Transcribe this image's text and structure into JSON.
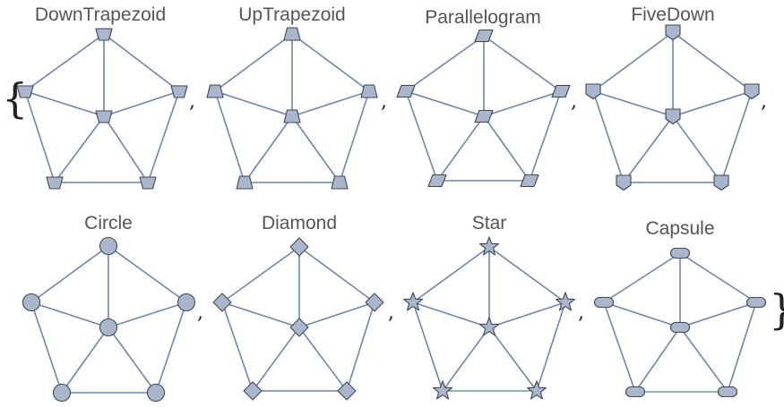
{
  "colors": {
    "vertex_fill": "#a9b6cc",
    "vertex_stroke": "#3f4754",
    "edge": "#6f86a6",
    "title": "#555555"
  },
  "punctuation": {
    "open_brace": "{",
    "close_brace": "}",
    "comma": ","
  },
  "graphs": [
    {
      "title": "DownTrapezoid",
      "shape": "down-trapezoid"
    },
    {
      "title": "UpTrapezoid",
      "shape": "up-trapezoid"
    },
    {
      "title": "Parallelogram",
      "shape": "parallelogram"
    },
    {
      "title": "FiveDown",
      "shape": "five-down"
    },
    {
      "title": "Circle",
      "shape": "circle"
    },
    {
      "title": "Diamond",
      "shape": "diamond"
    },
    {
      "title": "Star",
      "shape": "star"
    },
    {
      "title": "Capsule",
      "shape": "capsule"
    }
  ]
}
